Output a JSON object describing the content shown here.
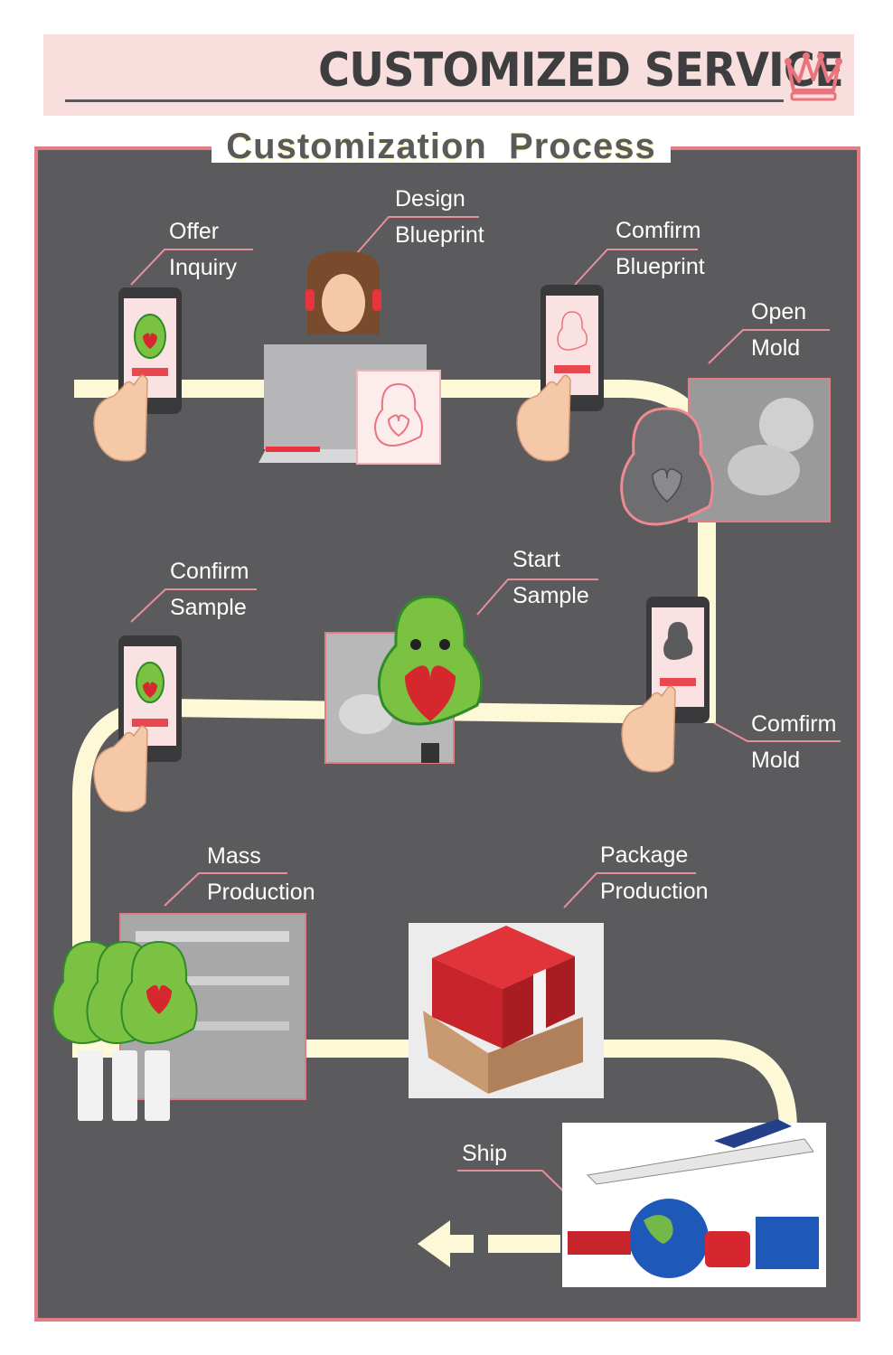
{
  "header": {
    "title": "CUSTOMIZED SERVICE"
  },
  "process": {
    "title": "Customization  Process",
    "steps": [
      {
        "line1": "Offer",
        "line2": "Inquiry"
      },
      {
        "line1": "Design",
        "line2": "Blueprint"
      },
      {
        "line1": "Comfirm",
        "line2": "Blueprint"
      },
      {
        "line1": "Open",
        "line2": "Mold"
      },
      {
        "line1": "Comfirm",
        "line2": "Mold"
      },
      {
        "line1": "Start",
        "line2": "Sample"
      },
      {
        "line1": "Confirm",
        "line2": "Sample"
      },
      {
        "line1": "Mass",
        "line2": "Production"
      },
      {
        "line1": "Package",
        "line2": "Production"
      },
      {
        "line1": "Ship"
      }
    ]
  },
  "colors": {
    "panel": "#5b5b5d",
    "border": "#e17d86",
    "path": "#fdf8d6",
    "header_band": "#f9dede",
    "avocado_green": "#7cc242",
    "heart_red": "#d6262e"
  }
}
